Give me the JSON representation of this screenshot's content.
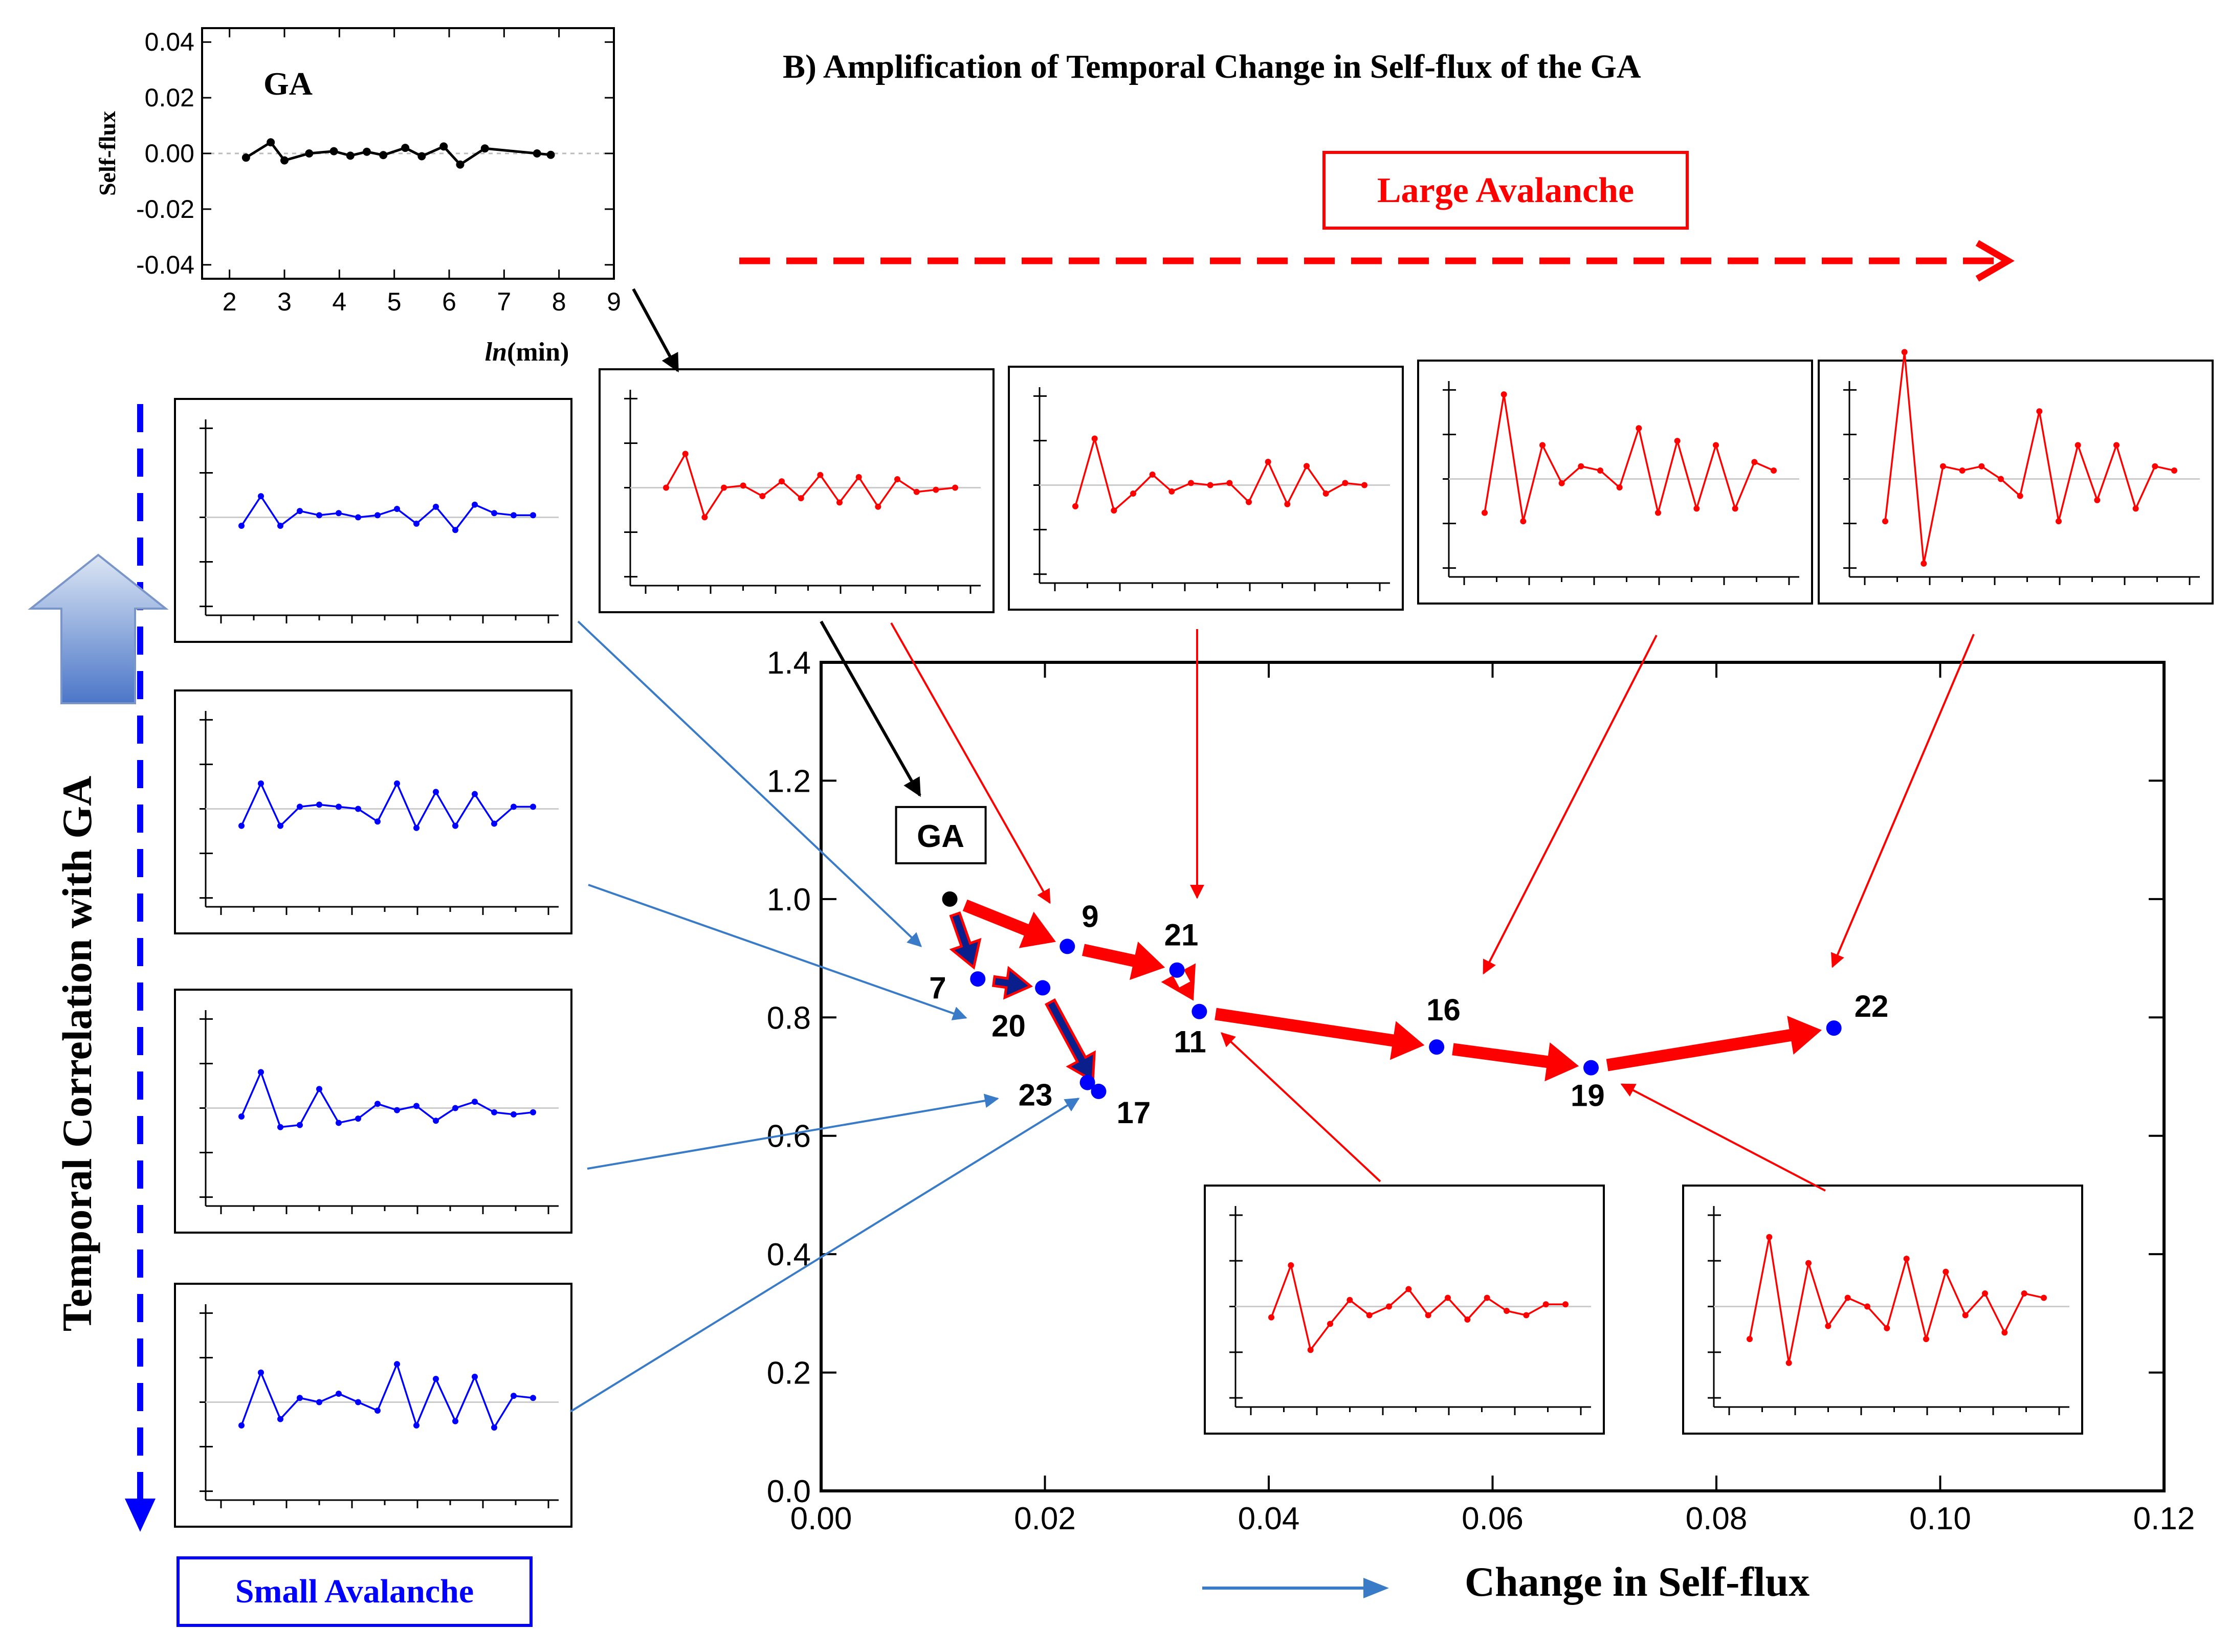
{
  "heading": "B) Amplification of Temporal Change in Self-flux of the GA",
  "large_avalanche": "Large Avalanche",
  "small_avalanche": "Small Avalanche",
  "vertical_label": "Temporal Correlation with GA",
  "colors": {
    "red": "#ff0000",
    "blue": "#0000ff",
    "arrow_blue": "#3a7bc8",
    "navy": "#0a1e8c",
    "black": "#000000"
  },
  "chart_data": [
    {
      "type": "scatter",
      "id": "main",
      "xlabel": "Change in Self-flux",
      "ylabel": "Temporal Correlation with GA",
      "xlim": [
        0,
        0.12
      ],
      "ylim": [
        0,
        1.4
      ],
      "xticks": [
        "0.00",
        "0.02",
        "0.04",
        "0.06",
        "0.08",
        "0.10",
        "0.12"
      ],
      "yticks": [
        "0.0",
        "0.2",
        "0.4",
        "0.6",
        "0.8",
        "1.0",
        "1.2",
        "1.4"
      ],
      "points": [
        {
          "label": "GA",
          "x": 0.0115,
          "y": 1.0,
          "color": "black"
        },
        {
          "label": "9",
          "x": 0.022,
          "y": 0.92,
          "color": "blue"
        },
        {
          "label": "7",
          "x": 0.014,
          "y": 0.865,
          "color": "blue"
        },
        {
          "label": "20",
          "x": 0.0198,
          "y": 0.85,
          "color": "blue"
        },
        {
          "label": "21",
          "x": 0.0318,
          "y": 0.88,
          "color": "blue"
        },
        {
          "label": "11",
          "x": 0.0338,
          "y": 0.81,
          "color": "blue"
        },
        {
          "label": "23",
          "x": 0.0238,
          "y": 0.69,
          "color": "blue"
        },
        {
          "label": "17",
          "x": 0.0248,
          "y": 0.675,
          "color": "blue"
        },
        {
          "label": "16",
          "x": 0.055,
          "y": 0.75,
          "color": "blue"
        },
        {
          "label": "19",
          "x": 0.0688,
          "y": 0.715,
          "color": "blue"
        },
        {
          "label": "22",
          "x": 0.0905,
          "y": 0.782,
          "color": "blue"
        }
      ],
      "red_path": [
        [
          "GA",
          "9"
        ],
        [
          "9",
          "21"
        ],
        [
          "21",
          "11"
        ],
        [
          "11",
          "16"
        ],
        [
          "16",
          "19"
        ],
        [
          "19",
          "22"
        ]
      ],
      "blue_path": [
        [
          "GA",
          "7"
        ],
        [
          "7",
          "20"
        ],
        [
          "20",
          "17"
        ]
      ]
    },
    {
      "type": "line",
      "id": "inset-ga",
      "title": "GA",
      "xlabel": "ln(min)",
      "ylabel": "Self-flux",
      "xlim": [
        1.5,
        9
      ],
      "ylim": [
        -0.045,
        0.045
      ],
      "xticks": [
        "2",
        "3",
        "4",
        "5",
        "6",
        "7",
        "8",
        "9"
      ],
      "yticks": [
        "0.04",
        "0.02",
        "0.00",
        "-0.02",
        "-0.04"
      ],
      "x": [
        2.3,
        2.75,
        3.0,
        3.45,
        3.9,
        4.2,
        4.5,
        4.8,
        5.2,
        5.5,
        5.9,
        6.2,
        6.65,
        7.6,
        7.85
      ],
      "y": [
        -0.0015,
        0.004,
        -0.0025,
        0.0,
        0.0008,
        -0.0008,
        0.0006,
        -0.0006,
        0.002,
        -0.001,
        0.0025,
        -0.004,
        0.0018,
        0.0,
        -0.0005
      ]
    }
  ],
  "mini_series": {
    "s9": [
      0.0,
      0.8,
      -0.7,
      0.0,
      0.05,
      -0.2,
      0.15,
      -0.25,
      0.3,
      -0.35,
      0.25,
      -0.45,
      0.2,
      -0.1,
      -0.05,
      0.0
    ],
    "s21": [
      -0.5,
      1.1,
      -0.6,
      -0.2,
      0.25,
      -0.15,
      0.05,
      0.0,
      0.05,
      -0.4,
      0.55,
      -0.45,
      0.45,
      -0.2,
      0.05,
      0.0
    ],
    "s16": [
      -0.8,
      2.0,
      -1.0,
      0.8,
      -0.1,
      0.3,
      0.2,
      -0.2,
      1.2,
      -0.8,
      0.9,
      -0.7,
      0.8,
      -0.7,
      0.4,
      0.2
    ],
    "s22": [
      -1.0,
      3.0,
      -2.0,
      0.3,
      0.2,
      0.3,
      0.0,
      -0.4,
      1.6,
      -1.0,
      0.8,
      -0.5,
      0.8,
      -0.7,
      0.3,
      0.2
    ],
    "s7": [
      -0.2,
      0.5,
      -0.2,
      0.15,
      0.05,
      0.1,
      0.0,
      0.05,
      0.2,
      -0.15,
      0.25,
      -0.3,
      0.3,
      0.1,
      0.05,
      0.05
    ],
    "s20": [
      -0.4,
      0.6,
      -0.4,
      0.05,
      0.1,
      0.05,
      0.0,
      -0.3,
      0.6,
      -0.45,
      0.4,
      -0.4,
      0.35,
      -0.35,
      0.05,
      0.05
    ],
    "s23": [
      -0.2,
      0.85,
      -0.45,
      -0.4,
      0.45,
      -0.35,
      -0.25,
      0.1,
      -0.05,
      0.05,
      -0.3,
      0.0,
      0.15,
      -0.1,
      -0.15,
      -0.1
    ],
    "s17": [
      -0.55,
      0.7,
      -0.4,
      0.1,
      0.0,
      0.2,
      0.0,
      -0.2,
      0.9,
      -0.55,
      0.55,
      -0.45,
      0.6,
      -0.6,
      0.15,
      0.1
    ],
    "s11": [
      -0.25,
      0.95,
      -1.0,
      -0.4,
      0.15,
      -0.2,
      0.0,
      0.4,
      -0.2,
      0.2,
      -0.3,
      0.2,
      -0.1,
      -0.2,
      0.05,
      0.05
    ],
    "s19": [
      -0.75,
      1.6,
      -1.3,
      1.0,
      -0.45,
      0.2,
      0.0,
      -0.5,
      1.1,
      -0.75,
      0.8,
      -0.2,
      0.3,
      -0.6,
      0.3,
      0.2
    ]
  }
}
